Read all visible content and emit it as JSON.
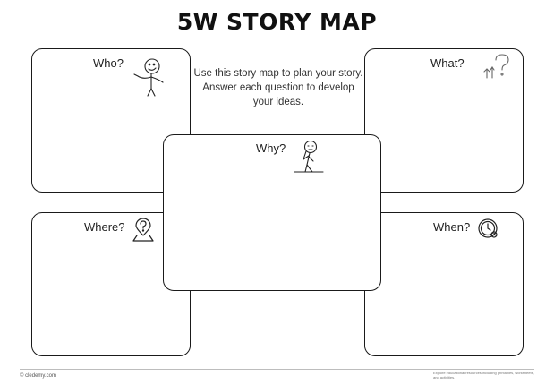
{
  "title": "5W STORY MAP",
  "instructions": "Use this story map to plan your story. Answer each question to develop your ideas.",
  "boxes": {
    "who": {
      "label": "Who?",
      "icon": "stick-figure-shrug-icon"
    },
    "what": {
      "label": "What?",
      "icon": "question-mark-icon"
    },
    "why": {
      "label": "Why?",
      "icon": "thinking-figure-icon"
    },
    "where": {
      "label": "Where?",
      "icon": "map-pin-icon"
    },
    "when": {
      "label": "When?",
      "icon": "clock-icon"
    }
  },
  "footer": {
    "copyright": "© cledemy.com",
    "note": "Explore educational resources including printables, worksheets, and activities."
  },
  "colors": {
    "border": "#1a1a1a",
    "text": "#111111",
    "footer_rule": "#bdbdbd"
  }
}
